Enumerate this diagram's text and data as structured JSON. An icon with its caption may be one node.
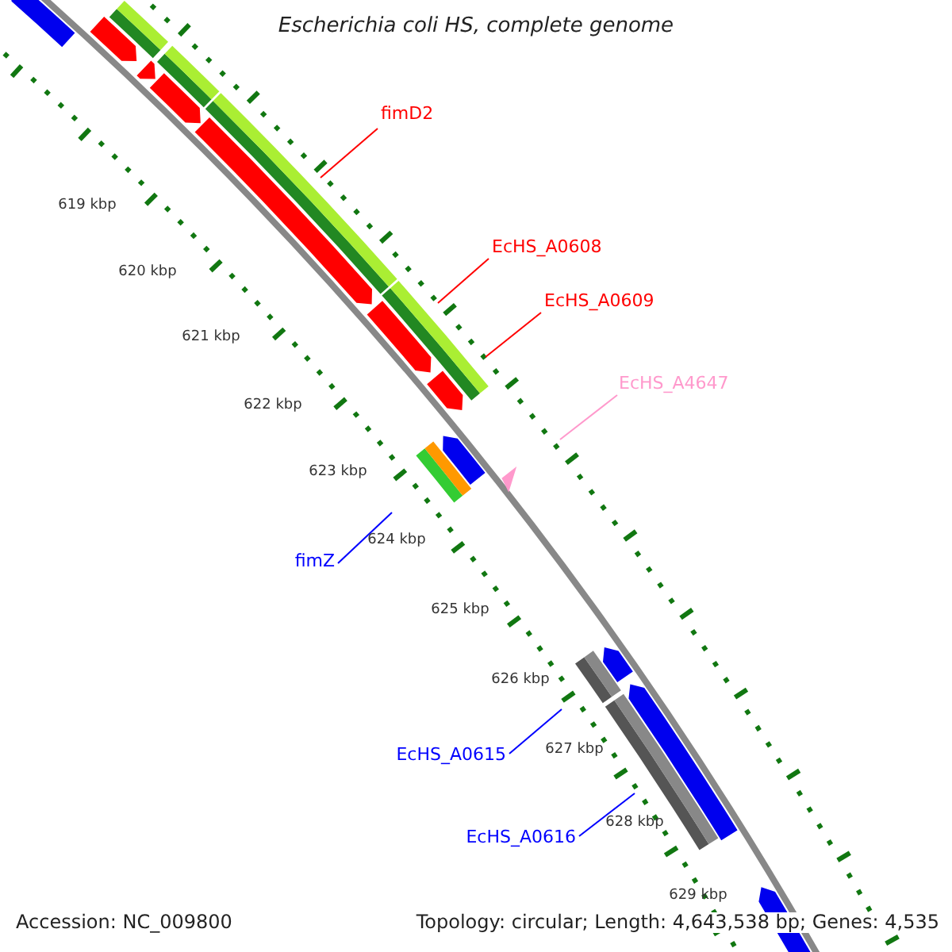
{
  "diagram": {
    "title": "Escherichia coli HS, complete genome",
    "nodes": [
      {
        "text": [
          "fimD2"
        ]
      },
      {
        "text": [],
        "shape": "bar"
      },
      {
        "text": [
          "EcHS_A0608"
        ]
      },
      {
        "text": [],
        "shape": "bar"
      },
      {
        "text": [
          "EcHS_A0609"
        ]
      },
      {
        "text": [],
        "shape": "bar"
      },
      {
        "text": [
          "EcHS_A4647"
        ]
      },
      {
        "text": [],
        "shape": "triangle"
      },
      {
        "text": [
          "fimZ"
        ]
      },
      {
        "text": [],
        "shape": "bar"
      },
      {
        "text": [
          "EcHS_A0615"
        ]
      },
      {
        "text": [],
        "shape": "bar"
      },
      {
        "text": [
          "EcHS_A0616"
        ]
      },
      {
        "text": [],
        "shape": "bar"
      }
    ],
    "edges": [
      {
        "from": 0,
        "to": 1,
        "arrow": "none",
        "color": "#ff0000"
      },
      {
        "from": 2,
        "to": 3,
        "arrow": "none",
        "color": "#ff0000"
      },
      {
        "from": 4,
        "to": 5,
        "arrow": "none",
        "color": "#ff0000"
      },
      {
        "from": 6,
        "to": 7,
        "arrow": "none",
        "color": "#ff99cc"
      },
      {
        "from": 8,
        "to": 9,
        "arrow": "none",
        "color": "#0000ff"
      },
      {
        "from": 10,
        "to": 11,
        "arrow": "none",
        "color": "#0000ff"
      },
      {
        "from": 12,
        "to": 13,
        "arrow": "none",
        "color": "#0000ff"
      }
    ],
    "labels": [
      "619 kbp",
      "620 kbp",
      "621 kbp",
      "622 kbp",
      "623 kbp",
      "624 kbp",
      "625 kbp",
      "626 kbp",
      "627 kbp",
      "628 kbp",
      "629 kbp",
      "Accession: NC_009800",
      "Topology: circular; Length: 4,643,538 bp; Genes: 4,535"
    ]
  }
}
